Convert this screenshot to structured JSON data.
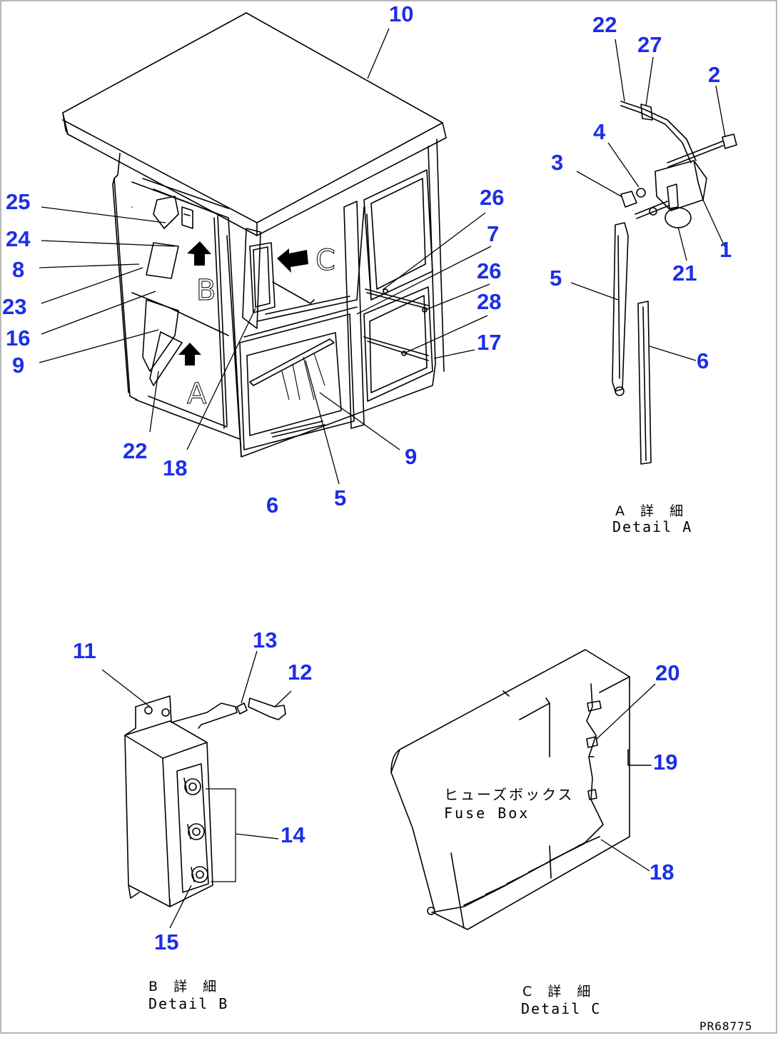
{
  "diagram": {
    "drawing_code": "PR68775",
    "details": [
      {
        "id": "A",
        "caption_jp": "A 詳 細",
        "caption_en": "Detail A"
      },
      {
        "id": "B",
        "caption_jp": "B 詳 細",
        "caption_en": "Detail B"
      },
      {
        "id": "C",
        "caption_jp": "C 詳 細",
        "caption_en": "Detail C"
      }
    ],
    "area_letters": [
      "A",
      "B",
      "C"
    ],
    "fuse_box": {
      "label_jp": "ヒューズボックス",
      "label_en": "Fuse Box"
    },
    "callouts": {
      "cab": [
        "10",
        "25",
        "24",
        "8",
        "23",
        "16",
        "9",
        "22",
        "18",
        "26",
        "7",
        "26",
        "28",
        "17",
        "9",
        "5",
        "6"
      ],
      "detail_a": [
        "22",
        "27",
        "2",
        "4",
        "3",
        "1",
        "21",
        "5",
        "6"
      ],
      "detail_b": [
        "11",
        "13",
        "12",
        "14",
        "15"
      ],
      "detail_c": [
        "20",
        "19",
        "18"
      ]
    },
    "colors": {
      "callout": "#1c2ee8",
      "line": "#000000",
      "background": "#ffffff"
    }
  }
}
